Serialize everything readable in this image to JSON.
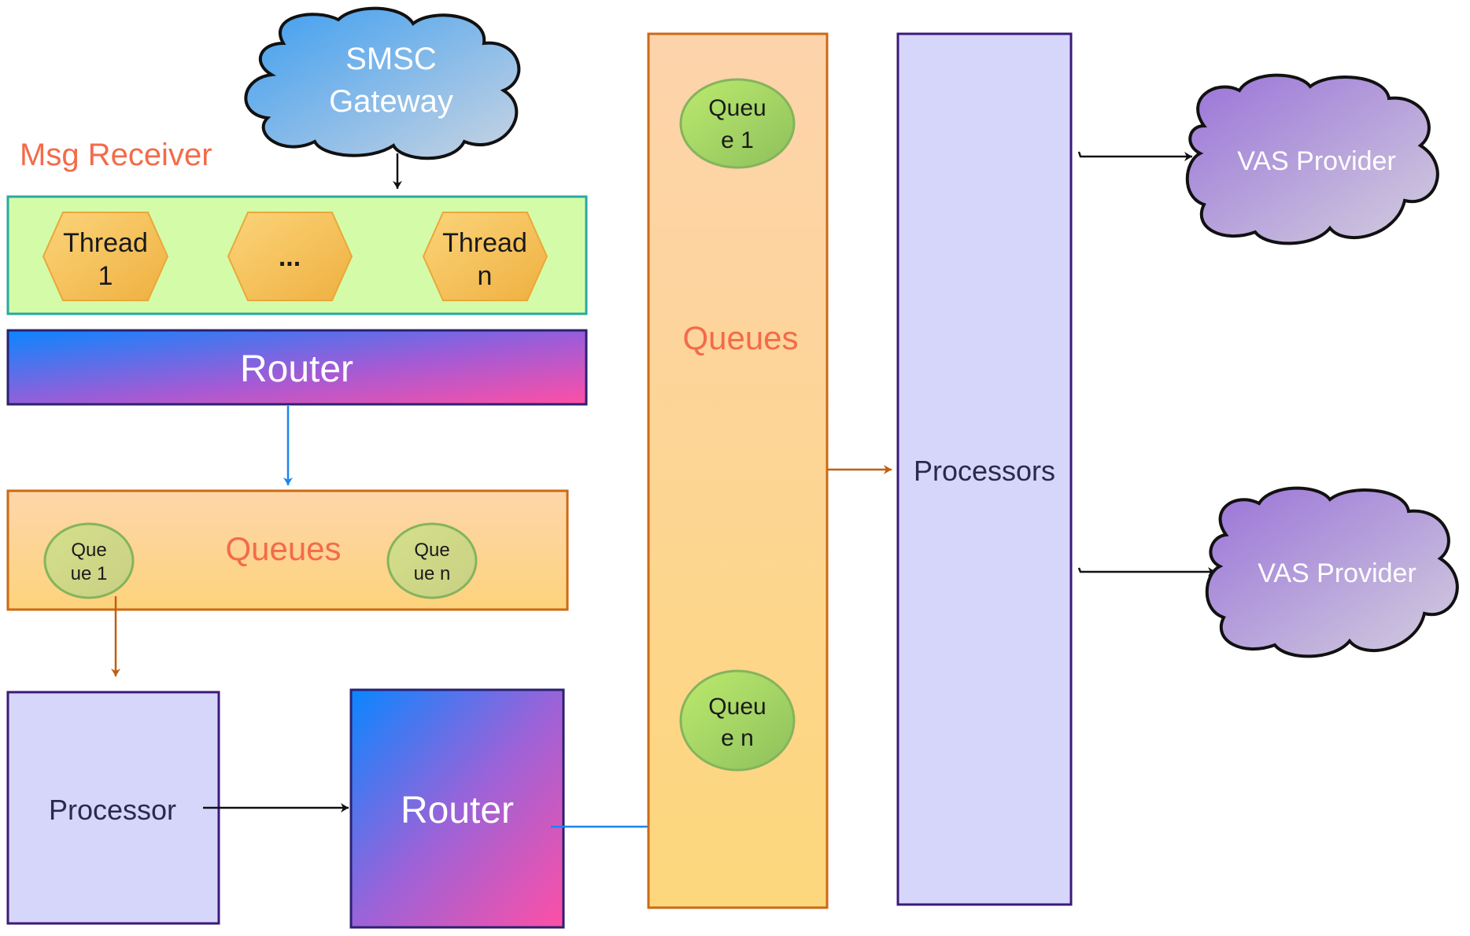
{
  "smsc": {
    "line1": "SMSC",
    "line2": "Gateway"
  },
  "msg_receiver_label": "Msg Receiver",
  "threads": {
    "thread1_line1": "Thread",
    "thread1_line2": "1",
    "ellipsis": "...",
    "threadn_line1": "Thread",
    "threadn_line2": "n"
  },
  "router_top": "Router",
  "queues_bar": {
    "label": "Queues",
    "q1_line1": "Que",
    "q1_line2": "ue 1",
    "qn_line1": "Que",
    "qn_line2": "ue n"
  },
  "processor": "Processor",
  "router_bottom": "Router",
  "queues_col": {
    "label": "Queues",
    "q1_line1": "Queu",
    "q1_line2": "e 1",
    "qn_line1": "Queu",
    "qn_line2": "e n"
  },
  "processors": "Processors",
  "vas_provider_1": "VAS Provider",
  "vas_provider_2": "VAS Provider",
  "colors": {
    "receiver_fill": "#d4fca8",
    "receiver_border": "#29a8a0",
    "thread_fill": "#f7c768",
    "queue_fill": "#fdd9a8",
    "queue_border": "#cc6a14",
    "queue_oval": "#b8e07a",
    "processor_fill": "#d6d6fb",
    "processor_border": "#3c1a78",
    "router_start": "#0a86ff",
    "router_end": "#ff4fa5",
    "arrow_black": "#111111",
    "arrow_blue": "#1b84f0",
    "arrow_orange": "#c05f10"
  }
}
